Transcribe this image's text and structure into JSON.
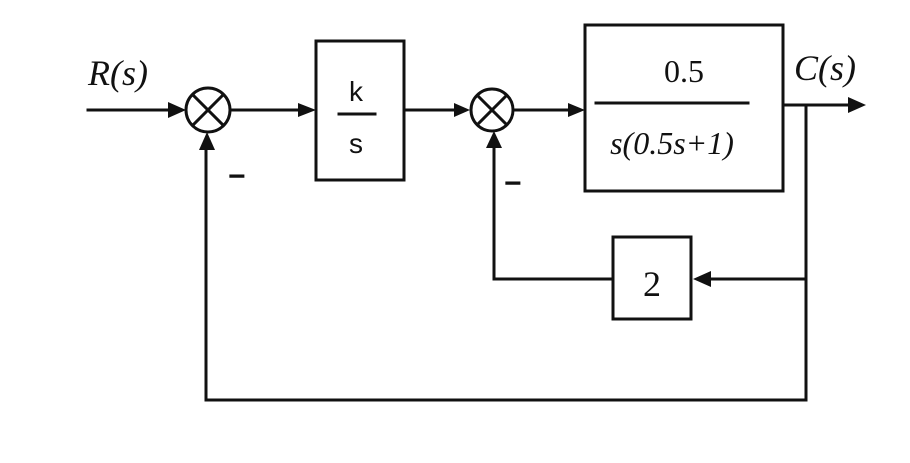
{
  "signals": {
    "input_label": "R(s)",
    "output_label": "C(s)"
  },
  "blocks": {
    "controller": {
      "numerator": "k",
      "denominator": "s"
    },
    "plant": {
      "numerator": "0.5",
      "denominator": "s(0.5s+1)"
    },
    "feedback": {
      "gain": "2"
    }
  },
  "summing_junctions": {
    "outer_feedback_sign": "−",
    "inner_feedback_sign": "−"
  }
}
